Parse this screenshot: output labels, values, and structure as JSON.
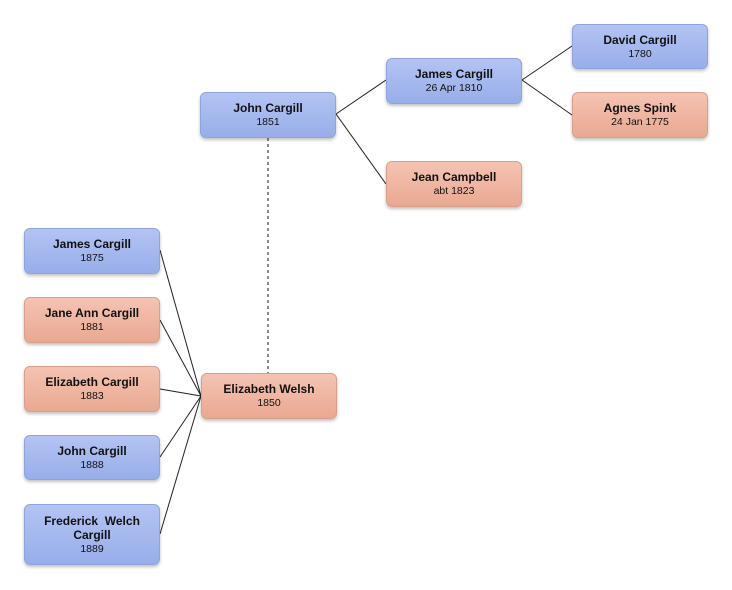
{
  "people": {
    "john_cargill_1851": {
      "name": "John Cargill",
      "date": "1851"
    },
    "james_cargill_1810": {
      "name": "James Cargill",
      "date": "26 Apr 1810"
    },
    "david_cargill": {
      "name": "David Cargill",
      "date": "1780"
    },
    "agnes_spink": {
      "name": "Agnes Spink",
      "date": "24 Jan 1775"
    },
    "jean_campbell": {
      "name": "Jean Campbell",
      "date": "abt 1823"
    },
    "elizabeth_welsh": {
      "name": "Elizabeth Welsh",
      "date": "1850"
    },
    "james_cargill_1875": {
      "name": "James Cargill",
      "date": "1875"
    },
    "jane_ann_cargill": {
      "name": "Jane Ann Cargill",
      "date": "1881"
    },
    "elizabeth_cargill": {
      "name": "Elizabeth Cargill",
      "date": "1883"
    },
    "john_cargill_1888": {
      "name": "John Cargill",
      "date": "1888"
    },
    "frederick_welch_cargill": {
      "name": "Frederick  Welch\nCargill",
      "date": "1889"
    }
  },
  "colors": {
    "male": "#9db2ec",
    "female": "#eeb19c",
    "line": "#222222",
    "spouse_line": "#666666"
  }
}
